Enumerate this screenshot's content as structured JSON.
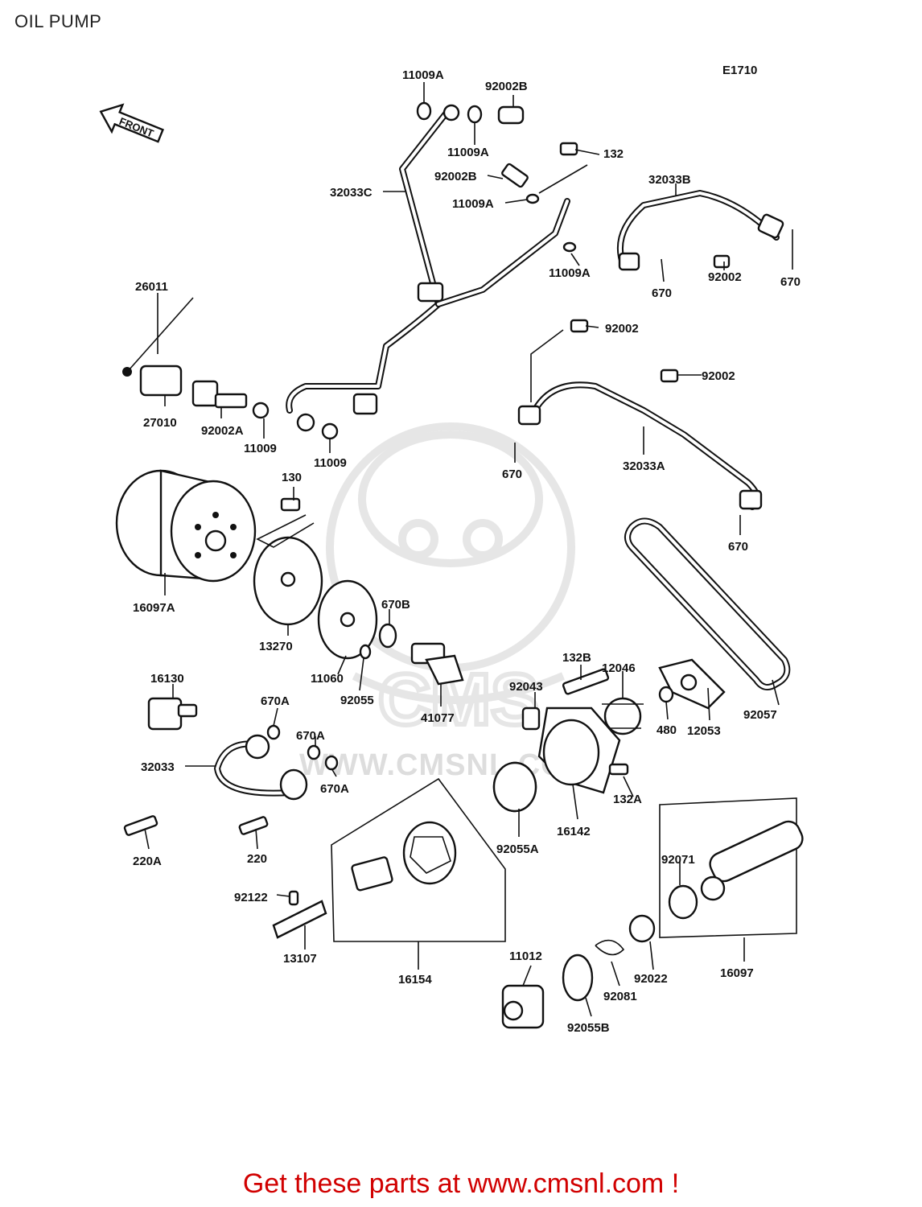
{
  "title": "OIL PUMP",
  "diagram_code": "E1710",
  "front_label": "FRONT",
  "watermark": {
    "text": "WWW.CMSNL.COM",
    "brand": "CMS"
  },
  "footer": "Get these parts at www.cmsnl.com !",
  "colors": {
    "footer": "#d10000",
    "ink": "#111111",
    "watermark": "#dddddd"
  },
  "callouts": [
    "11009A",
    "92002B",
    "11009A",
    "132",
    "92002B",
    "11009A",
    "32033C",
    "32033B",
    "11009A",
    "670",
    "92002",
    "670",
    "26011",
    "92002",
    "92002",
    "27010",
    "92002A",
    "11009",
    "11009",
    "670",
    "32033A",
    "130",
    "670",
    "16097A",
    "670B",
    "13270",
    "11060",
    "92055",
    "132B",
    "12046",
    "16130",
    "92043",
    "670A",
    "41077",
    "480",
    "12053",
    "92057",
    "670A",
    "32033",
    "670A",
    "132A",
    "92055A",
    "16142",
    "220A",
    "220",
    "92071",
    "92122",
    "13107",
    "16154",
    "11012",
    "92022",
    "92081",
    "92055B",
    "16097"
  ]
}
